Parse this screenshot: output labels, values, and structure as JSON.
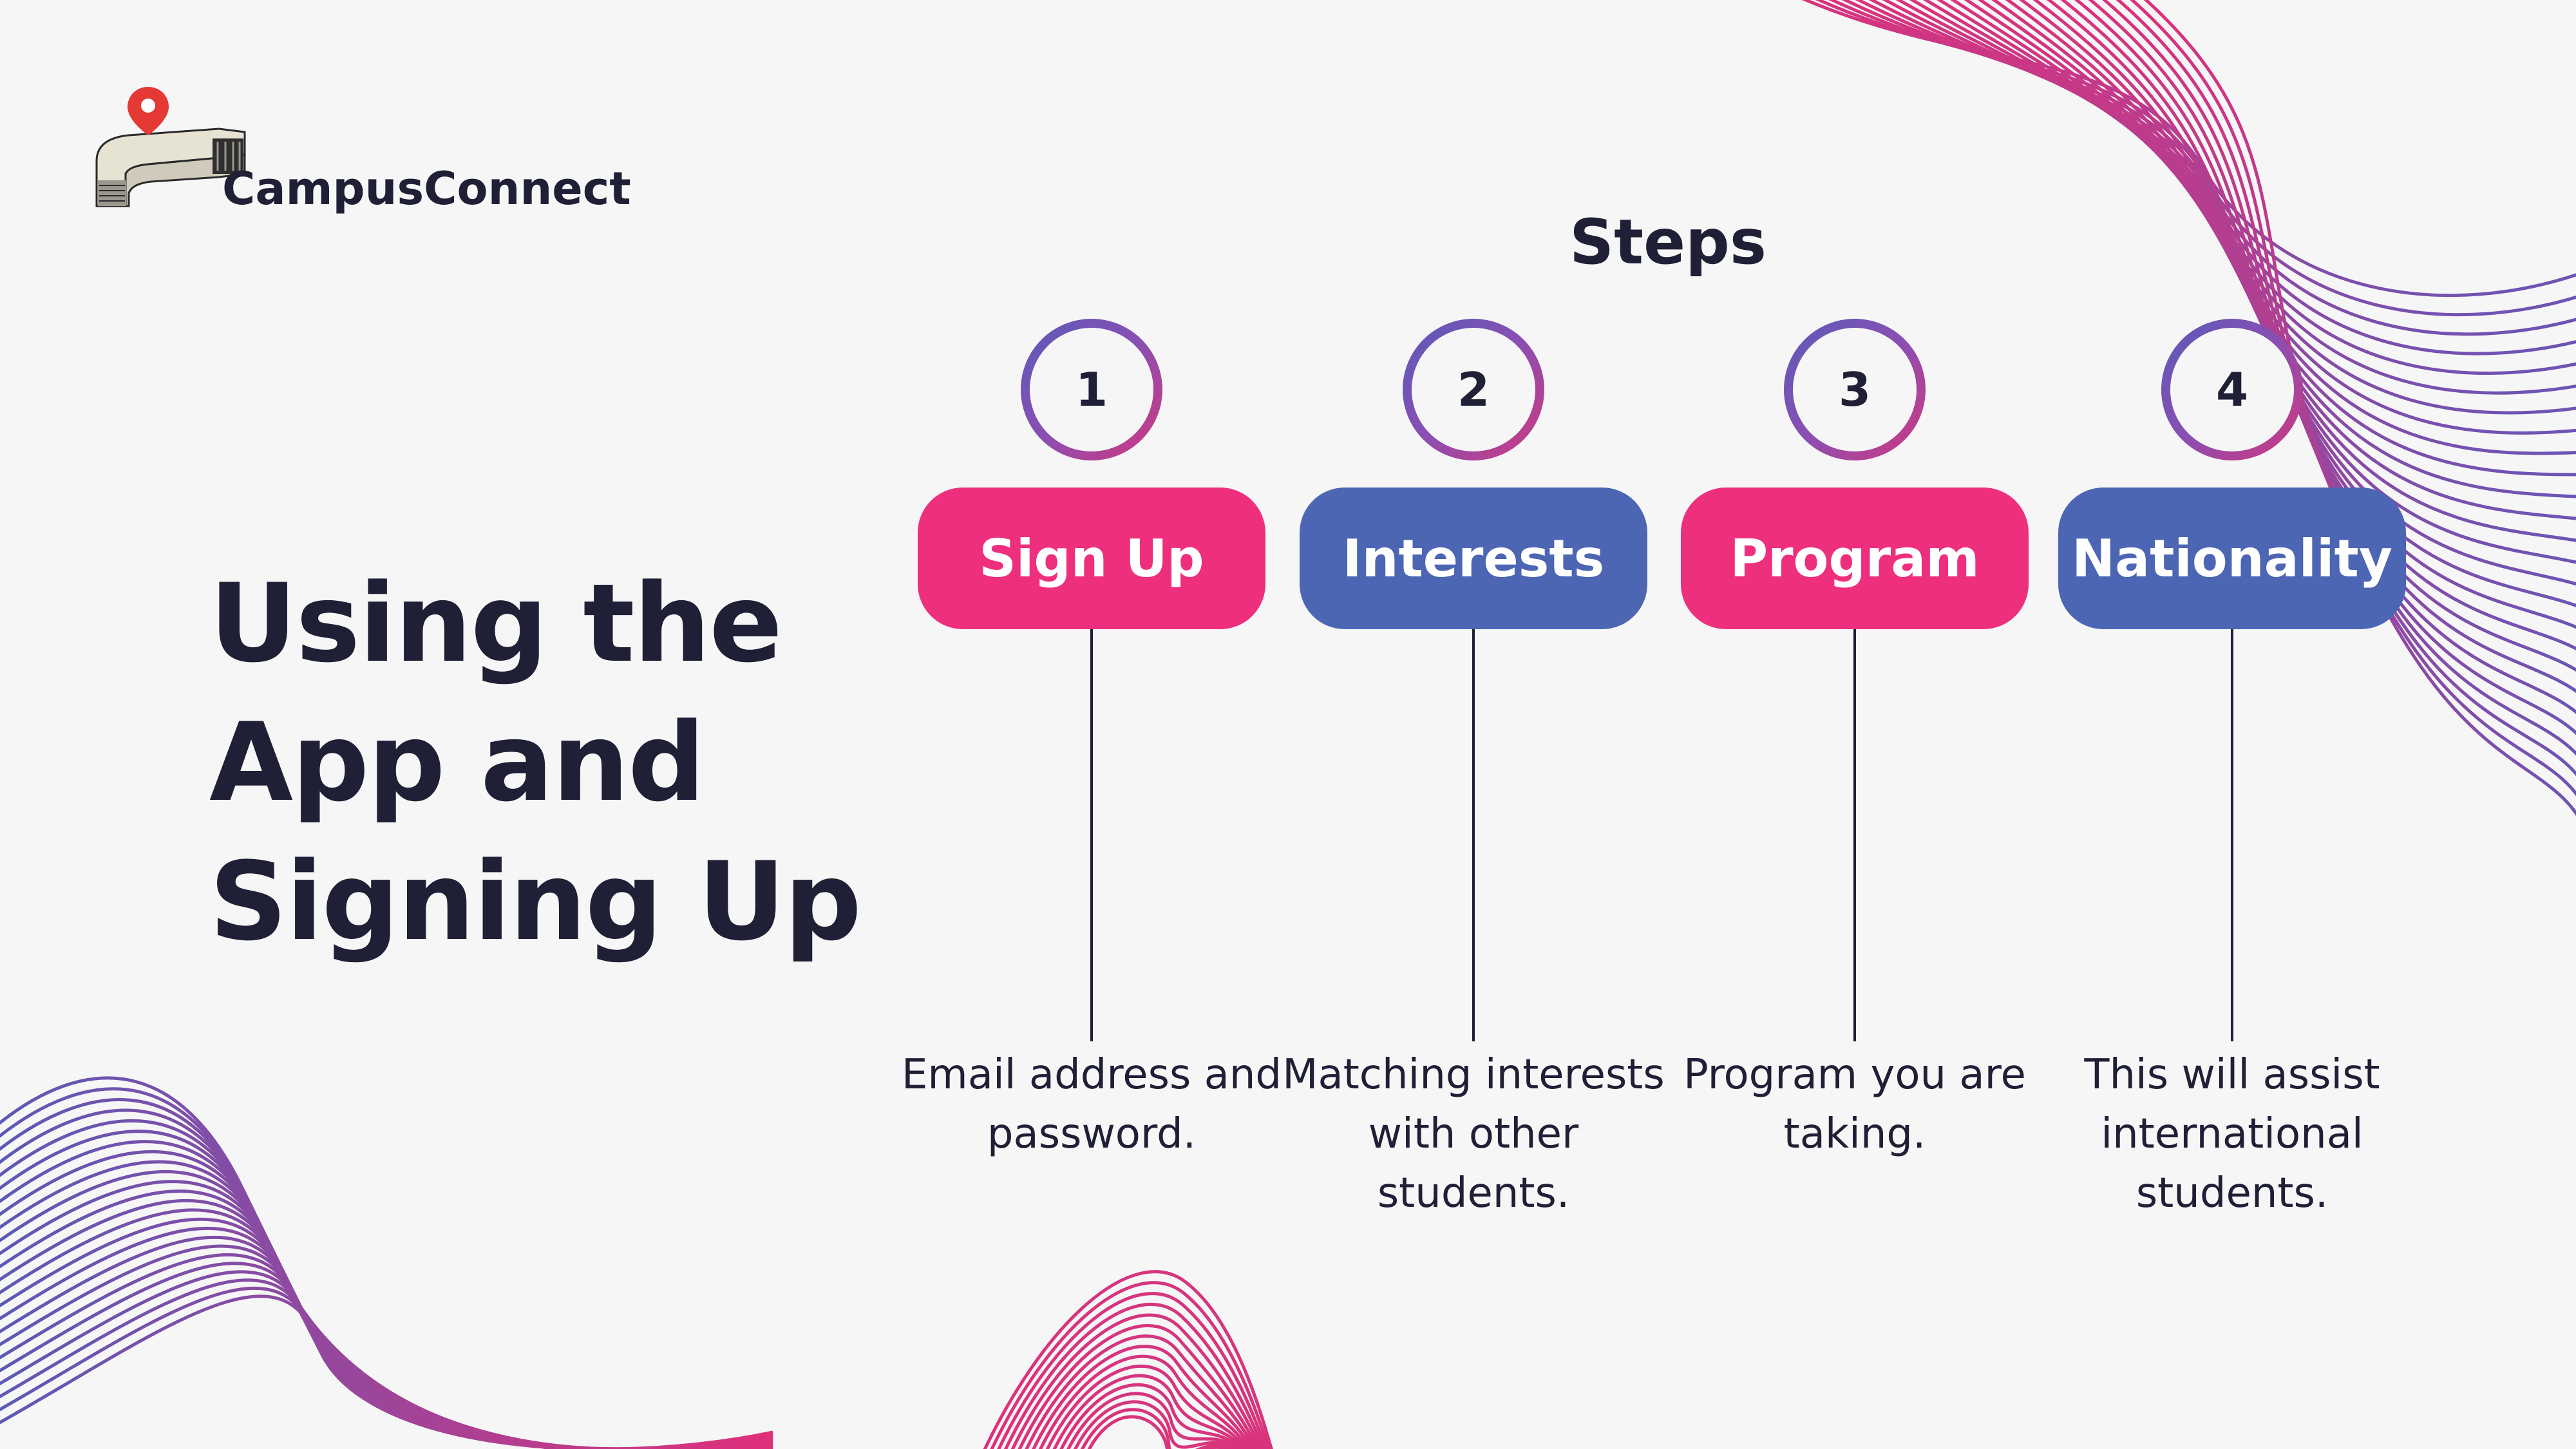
{
  "brand": {
    "name": "CampusConnect",
    "icon": "campus-building-pin-icon"
  },
  "title_lines": [
    "Using the",
    "App and",
    "Signing Up"
  ],
  "steps_heading": "Steps",
  "steps": [
    {
      "number": "1",
      "label": "Sign Up",
      "description": "Email address and password.",
      "color": "#ee2f7e"
    },
    {
      "number": "2",
      "label": "Interests",
      "description": "Matching interests with other students.",
      "color": "#4c66b4"
    },
    {
      "number": "3",
      "label": "Program",
      "description": "Program you are taking.",
      "color": "#ee2f7e"
    },
    {
      "number": "4",
      "label": "Nationality",
      "description": "This will assist international students.",
      "color": "#4c66b4"
    }
  ],
  "colors": {
    "text": "#1f1f36",
    "background": "#f6f6f7",
    "accent_pink": "#ee2f7e",
    "accent_blue": "#4c66b4",
    "wave_start": "#5a5ab8",
    "wave_end": "#e0307a"
  }
}
